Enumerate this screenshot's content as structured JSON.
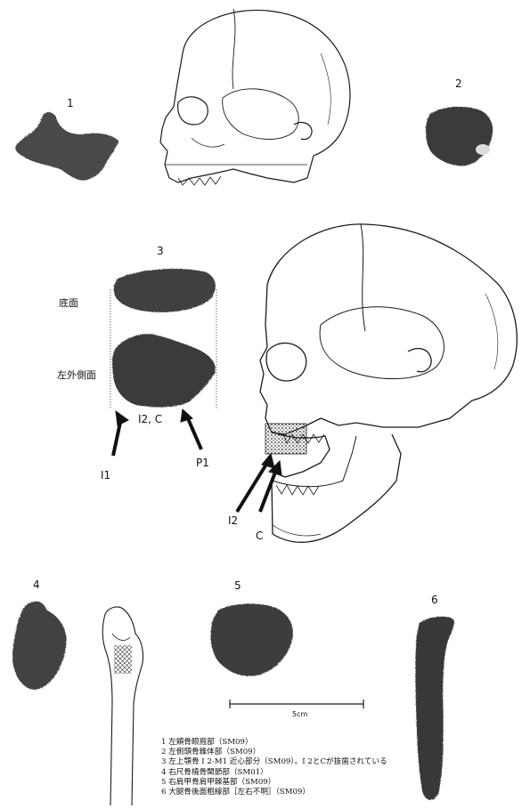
{
  "figure_labels": {
    "f1": "1",
    "f2": "2",
    "f3": "3",
    "f4": "4",
    "f5": "5",
    "f6": "6"
  },
  "fragment3_views": {
    "bottom": "底面",
    "left_lateral": "左外側面"
  },
  "arrows": {
    "frag_i1": "I1",
    "frag_i2c": "I2, C",
    "frag_p1": "P1",
    "skull_i2": "I2",
    "skull_c": "C"
  },
  "scale_bar": {
    "label": "5cm"
  },
  "captions": [
    "1 左頬骨眼窩部（SM09）",
    "2 左側頭骨錐体部（SM09）",
    "3 左上顎骨 I 2-M1 近心部分（SM09）。I 2とCが抜歯されている",
    "4 右尺骨橈骨関節部（SM01）",
    "5 右肩甲骨肩甲棘基部（SM09）",
    "6 大腿骨後面粗線部［左右不明］（SM09）"
  ],
  "colors": {
    "bone_dark": "#3a3a3a",
    "bone_mid": "#5c5c5c",
    "ink": "#1a1a1a"
  }
}
